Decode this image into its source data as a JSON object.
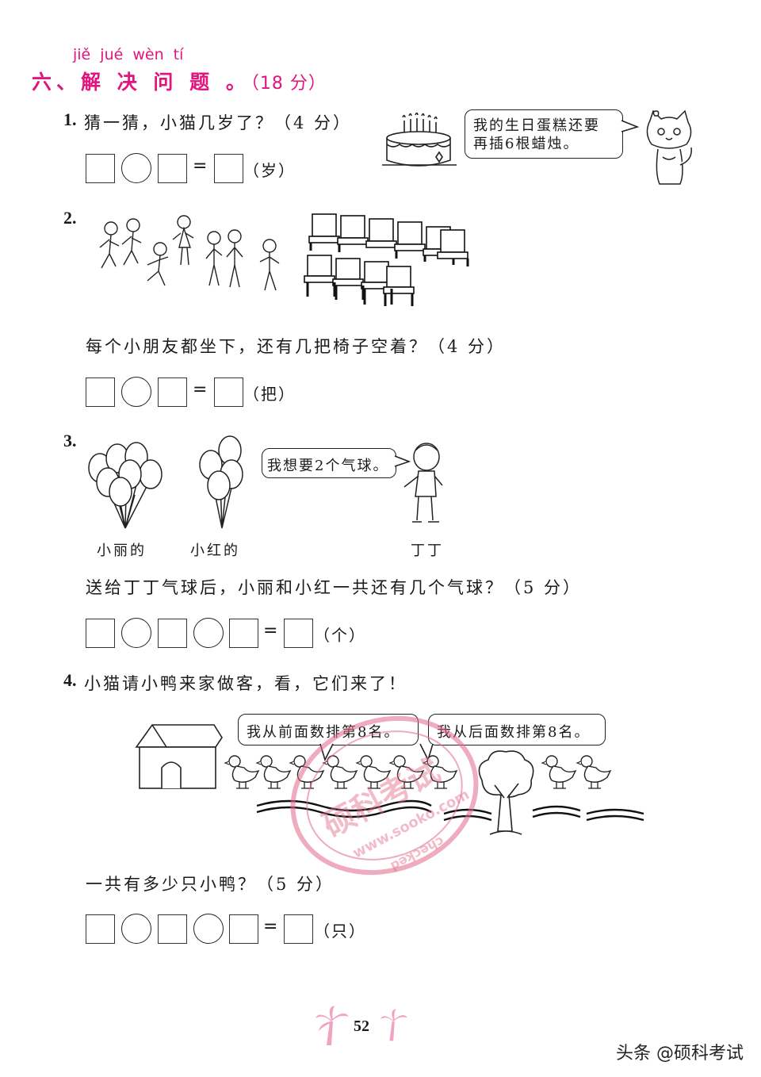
{
  "section": {
    "pinyin": "jiě jué wèn tí",
    "title": "六、解 决 问 题 。",
    "points": "（18 分）"
  },
  "q1": {
    "number": "1.",
    "text": "猜一猜，小猫几岁了？（4 分）",
    "bubble": [
      "我的生日蛋糕还要",
      "再插6根蜡烛。"
    ],
    "equals": "=",
    "unit": "（岁）"
  },
  "q2": {
    "number": "2.",
    "text": "每个小朋友都坐下，还有几把椅子空着？（4 分）",
    "equals": "=",
    "unit": "（把）"
  },
  "q3": {
    "number": "3.",
    "bubble": "我想要2个气球。",
    "labels": [
      "小丽的",
      "小红的",
      "丁丁"
    ],
    "text": "送给丁丁气球后，小丽和小红一共还有几个气球？（5 分）",
    "equals": "=",
    "unit": "（个）"
  },
  "q4": {
    "number": "4.",
    "intro": "小猫请小鸭来家做客，看，它们来了！",
    "bubble_left": "我从前面数排第8名。",
    "bubble_right": "我从后面数排第8名。",
    "text": "一共有多少只小鸭？（5 分）",
    "equals": "=",
    "unit": "（只）"
  },
  "page_number": "52",
  "watermark": {
    "lines": [
      "硕科考试",
      "www.sooko.com",
      "checked"
    ],
    "color": "#e36a8c"
  },
  "footer": "头条 @硕科考试",
  "colors": {
    "accent": "#e0157e",
    "palm": "#f2a3c4"
  }
}
